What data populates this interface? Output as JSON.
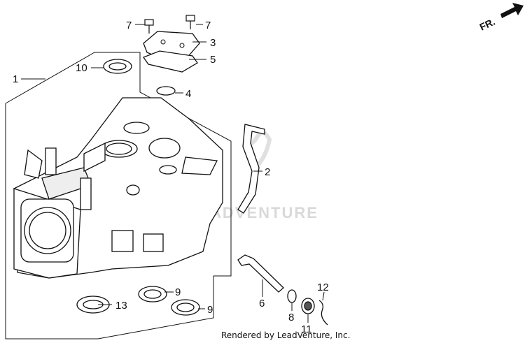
{
  "direction_label": "FR.",
  "watermark_text": "ADVENTURE",
  "credit": "Rendered by LeadVenture, Inc.",
  "callouts": [
    {
      "id": "1",
      "label": "1"
    },
    {
      "id": "2",
      "label": "2"
    },
    {
      "id": "3",
      "label": "3"
    },
    {
      "id": "4",
      "label": "4"
    },
    {
      "id": "5",
      "label": "5"
    },
    {
      "id": "6",
      "label": "6"
    },
    {
      "id": "7a",
      "label": "7"
    },
    {
      "id": "7b",
      "label": "7"
    },
    {
      "id": "8",
      "label": "8"
    },
    {
      "id": "9a",
      "label": "9"
    },
    {
      "id": "9b",
      "label": "9"
    },
    {
      "id": "10",
      "label": "10"
    },
    {
      "id": "11",
      "label": "11"
    },
    {
      "id": "12",
      "label": "12"
    },
    {
      "id": "13",
      "label": "13"
    }
  ],
  "colors": {
    "line": "#111111",
    "watermark": "#d9d9d9",
    "background": "#ffffff"
  }
}
